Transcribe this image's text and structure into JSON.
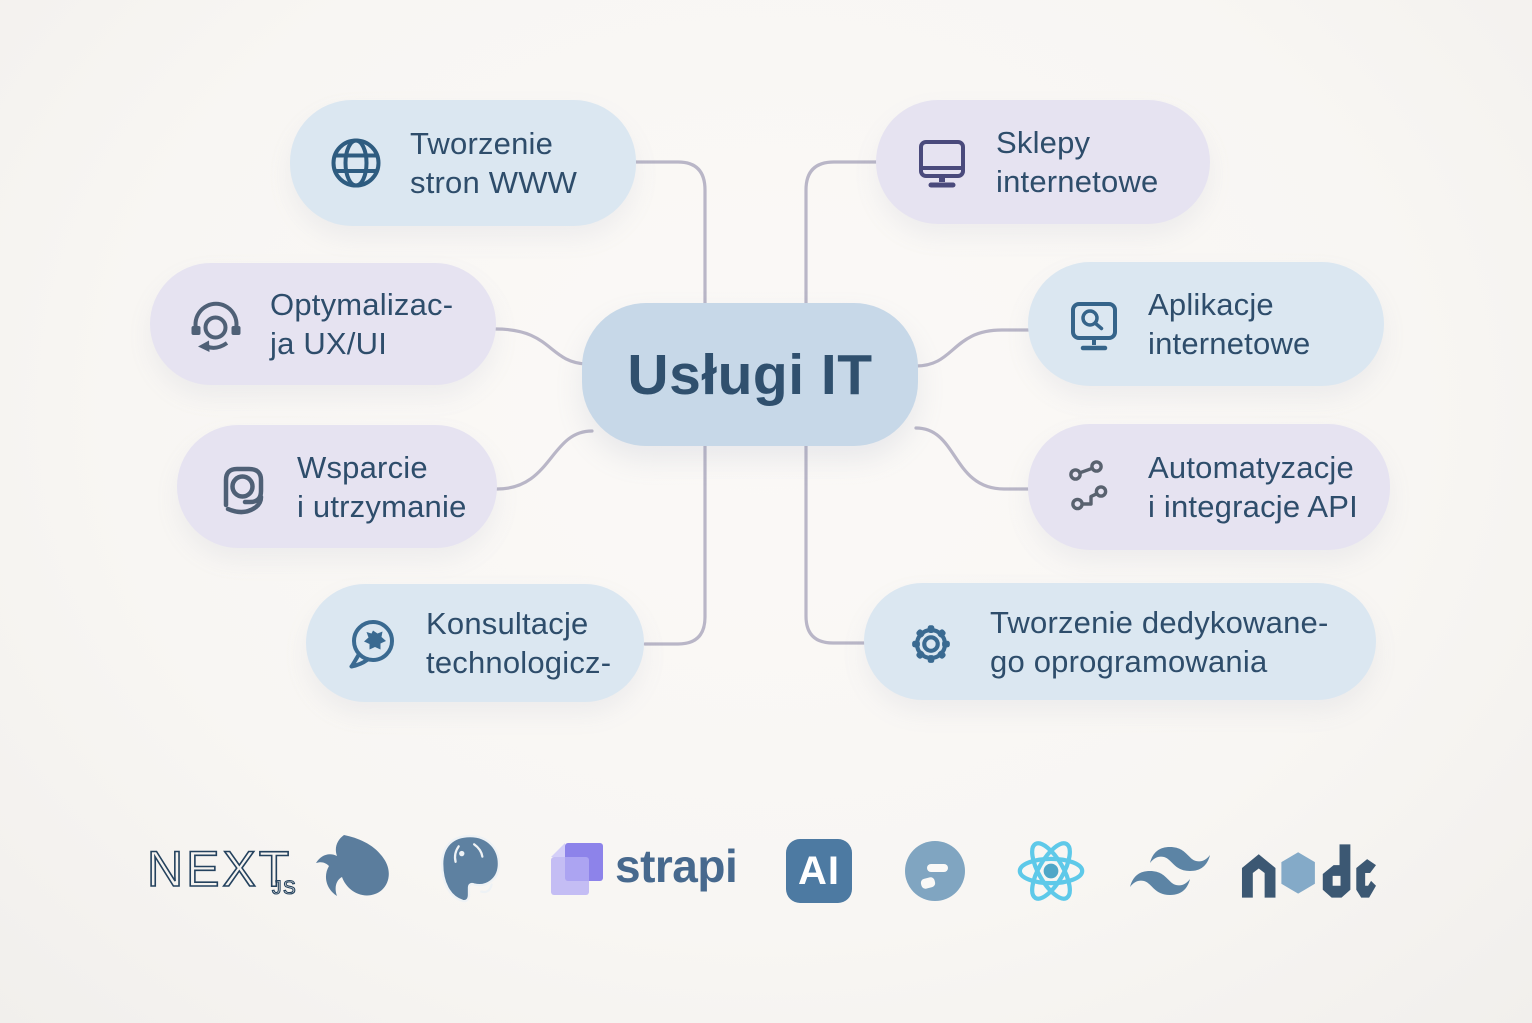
{
  "center": {
    "label": "Usługi IT"
  },
  "nodes": [
    {
      "id": "tworzenie-stron-www",
      "line1": "Tworzenie",
      "line2": "stron WWW",
      "icon": "globe-icon",
      "variant": "blue"
    },
    {
      "id": "sklepy-internetowe",
      "line1": "Sklepy",
      "line2": "internetowe",
      "icon": "monitor-icon",
      "variant": "lavender"
    },
    {
      "id": "optymalizacja-ux-ui",
      "line1": "Optymalizac-",
      "line2": "ja UX/UI",
      "icon": "headset-refresh-icon",
      "variant": "lavender"
    },
    {
      "id": "aplikacje-internetowe",
      "line1": "Aplikacje",
      "line2": "internetowe",
      "icon": "monitor-search-icon",
      "variant": "blue"
    },
    {
      "id": "wsparcie-utrzymanie",
      "line1": "Wsparcie",
      "line2": "i utrzymanie",
      "icon": "headset-chat-icon",
      "variant": "lavender"
    },
    {
      "id": "automatyzacje-api",
      "line1": "Automatyzacje",
      "line2": "i integracje API",
      "icon": "share-nodes-icon",
      "variant": "lavender"
    },
    {
      "id": "konsultacje",
      "line1": "Konsultacje",
      "line2": "technologicz-",
      "icon": "chat-gear-icon",
      "variant": "blue"
    },
    {
      "id": "dedykowane-oprogramowanie",
      "line1": "Tworzenie dedykowane-",
      "line2": "go oprogramowania",
      "icon": "gear-icon",
      "variant": "blue"
    }
  ],
  "logos": {
    "next": {
      "text": "NEXT",
      "sub": "JS"
    },
    "nest": {
      "name": "nestjs-logo"
    },
    "postgres": {
      "name": "postgresql-logo"
    },
    "strapi": {
      "text": "strapi"
    },
    "ai": {
      "text": "AI"
    },
    "circle": {
      "name": "circle-logo"
    },
    "react": {
      "name": "react-logo"
    },
    "tailwind": {
      "name": "tailwind-logo"
    },
    "node": {
      "text": "node"
    }
  },
  "colors": {
    "background": "#f8f6f3",
    "pill_blue": "#dbe7f1",
    "pill_lavender": "#e6e3f1",
    "center_node": "#c7d8e8",
    "node_text": "#2e4d6b",
    "center_text": "#30506e",
    "connector": "#b9b6c7",
    "icon_blue": "#35648a",
    "icon_purple": "#4a4a7c",
    "icon_slate": "#4f6076",
    "logo_slate": "#54789b",
    "react_cyan": "#5ec9e9",
    "strapi_purple": "#8d83ea"
  }
}
